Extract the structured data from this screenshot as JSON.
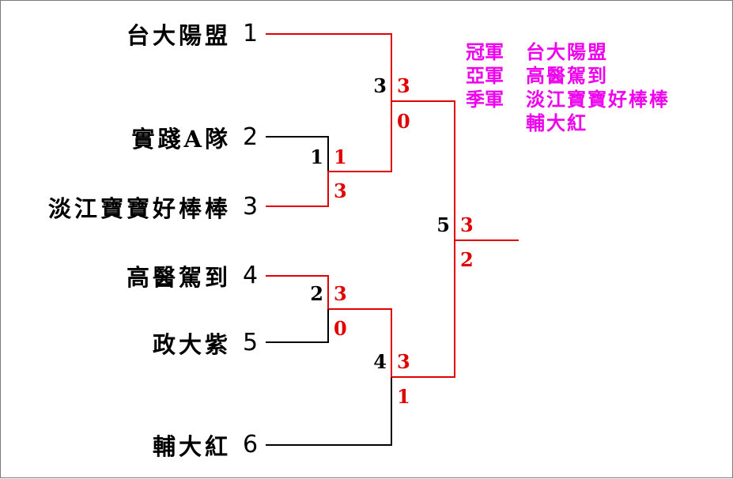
{
  "teams": [
    {
      "name": "台大陽盟",
      "seed": "1"
    },
    {
      "name": "實踐A隊",
      "seed": "2"
    },
    {
      "name": "淡江寶寶好棒棒",
      "seed": "3"
    },
    {
      "name": "高醫駕到",
      "seed": "4"
    },
    {
      "name": "政大紫",
      "seed": "5"
    },
    {
      "name": "輔大紅",
      "seed": "6"
    }
  ],
  "matches": [
    {
      "number": "1",
      "top_score": "1",
      "bottom_score": "3"
    },
    {
      "number": "2",
      "top_score": "3",
      "bottom_score": "0"
    },
    {
      "number": "3",
      "top_score": "3",
      "bottom_score": "0"
    },
    {
      "number": "4",
      "top_score": "3",
      "bottom_score": "1"
    },
    {
      "number": "5",
      "top_score": "3",
      "bottom_score": "2"
    }
  ],
  "results": {
    "champion_label": "冠軍",
    "champion": "台大陽盟",
    "runner_up_label": "亞軍",
    "runner_up": "高醫駕到",
    "third_label": "季軍",
    "third_1": "淡江寶寶好棒棒",
    "third_2": "輔大紅"
  },
  "colors": {
    "winner_line": "#e00000",
    "loser_line": "#000000",
    "score": "#e00000",
    "results_text": "#ee00ee"
  }
}
